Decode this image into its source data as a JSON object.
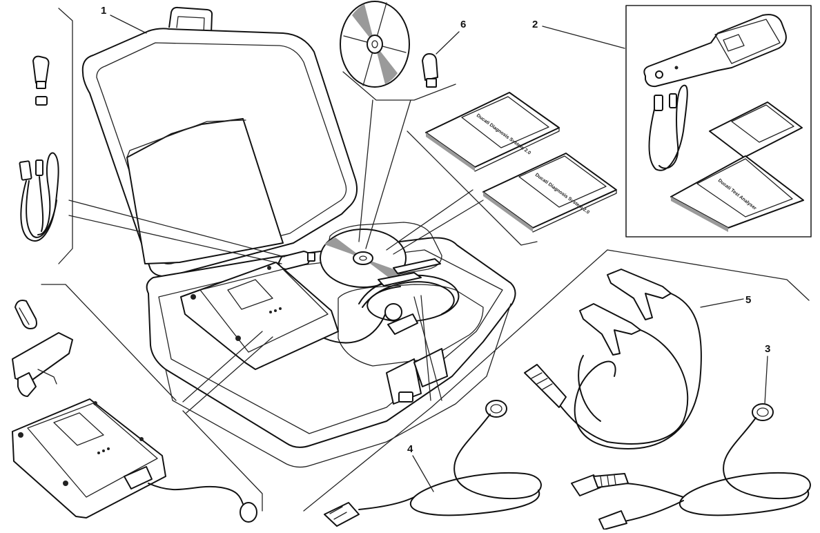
{
  "diagram": {
    "type": "exploded-parts-diagram",
    "callouts": [
      {
        "id": "1",
        "label": "1",
        "part": "carrying-case"
      },
      {
        "id": "2",
        "label": "2",
        "part": "test-analyser-kit"
      },
      {
        "id": "3",
        "label": "3",
        "part": "adapter-cable-dual"
      },
      {
        "id": "4",
        "label": "4",
        "part": "diagnostic-cable"
      },
      {
        "id": "5",
        "label": "5",
        "part": "battery-clamp-cable"
      },
      {
        "id": "6",
        "label": "6",
        "part": "usb-key"
      }
    ],
    "manuals": [
      {
        "title": "Ducati Diagnosis System 2.0"
      },
      {
        "title": "Ducati Diagnosis System 2.0"
      },
      {
        "title": "Ducati Test Analyser"
      }
    ]
  }
}
